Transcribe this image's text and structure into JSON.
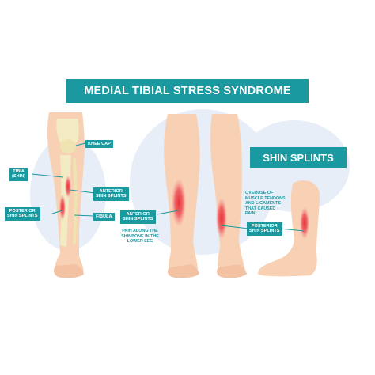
{
  "title": "MEDIAL TIBIAL STRESS SYNDROME",
  "subtitle": "SHIN SPLINTS",
  "labels": {
    "knee_cap": "KNEE CAP",
    "tibia": "TIBIA\n(SHIN)",
    "anterior_left": "ANTERIOR\nSHIN SPLINTS",
    "posterior_left": "POSTERIOR\nSHIN SPLINTS",
    "fibula": "FIBULA",
    "anterior_middle": "ANTERIOR\nSHIN SPLINTS",
    "posterior_right": "POSTERIOR\nSHIN SPLINTS"
  },
  "notes": {
    "pain_shinbone": "PAIN ALONG THE\nSHINBONE IN THE\nLOWER LEG",
    "overuse": "OVERUSE OF\nMUSCLE TENDONS\nAND LIGAMENTS\nTHAT CAUSED\nPAIN"
  },
  "colors": {
    "accent": "#1a9aa0",
    "skin": "#f8d1b5",
    "skin_shadow": "#efb897",
    "bone": "#f3ebc4",
    "pain": "#e8333a",
    "backdrop": "#e8eef7"
  }
}
